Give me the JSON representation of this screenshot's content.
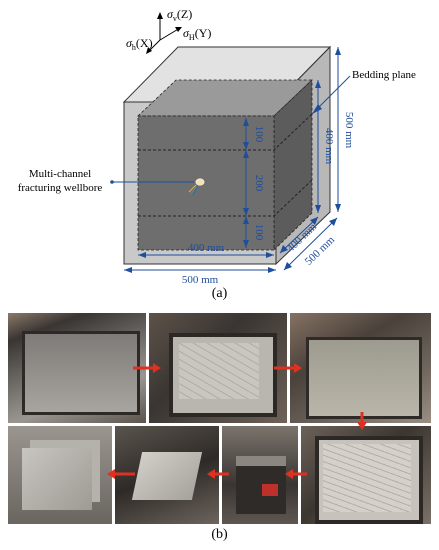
{
  "axes": {
    "sv_sym": "σ",
    "sv_sub": "v",
    "sv_axis": "(Z)",
    "sh_sym": "σ",
    "sh_sub": "h",
    "sh_axis": "(X)",
    "sH_sym": "σ",
    "sH_sub": "H",
    "sH_axis": "(Y)"
  },
  "labels": {
    "bedding_plane": "Bedding plane",
    "wellbore_line1": "Multi-channel",
    "wellbore_line2": "fracturing wellbore"
  },
  "dims": {
    "layer_top": "100",
    "layer_mid": "200",
    "layer_bottom": "100",
    "inner_height": "400 mm",
    "outer_height": "500 mm",
    "inner_depth": "400 mm",
    "outer_depth": "500 mm",
    "inner_width": "400 mm",
    "outer_width": "500 mm"
  },
  "captions": {
    "a": "(a)",
    "b": "(b)"
  },
  "colors": {
    "annotation": "#1f4e9a",
    "mold_outer": "#c4c4c4",
    "rock_front": "#6e6e6e",
    "flow_arrow": "#e03020"
  }
}
